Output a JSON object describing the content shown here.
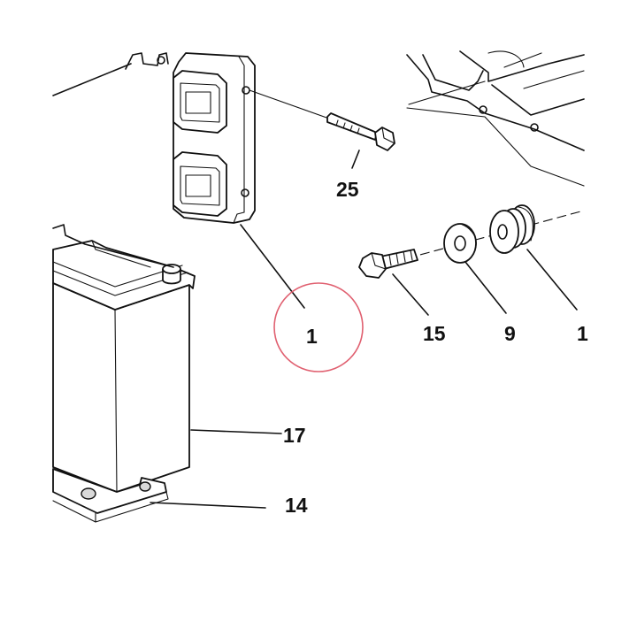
{
  "callouts": {
    "c1": "1",
    "c9": "9",
    "c14": "14",
    "c15": "15",
    "c17": "17",
    "c25": "25",
    "c_edge": "1"
  },
  "colors": {
    "line": "#111111",
    "highlight_circle": "#e06070",
    "background": "#ffffff"
  }
}
